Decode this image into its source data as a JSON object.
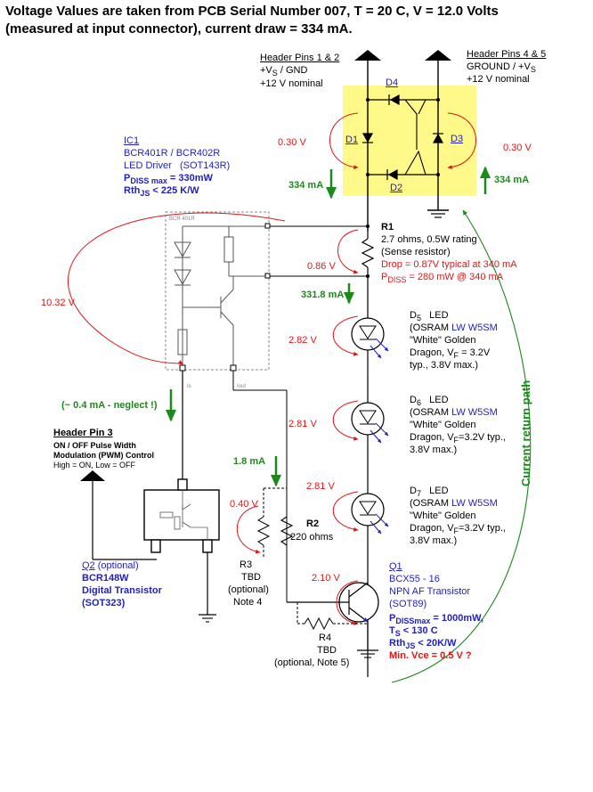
{
  "title": {
    "line1": "Voltage Values are taken from PCB Serial Number 007, T = 20 C, V = 12.0 Volts",
    "line2": "(measured at input connector), current draw = 334 mA."
  },
  "header12": {
    "title": "Header Pins 1 & 2",
    "pins_left": "+V",
    "pins_sub": "S",
    "pins_right": "/ GND",
    "nominal": "+12 V nominal"
  },
  "header45": {
    "title": "Header Pins 4 & 5",
    "pins_left": "GROUND / +V",
    "pins_sub": "S",
    "nominal": "+12 V nominal"
  },
  "bridge": {
    "d1": "D1",
    "d2": "D2",
    "d3": "D3",
    "d4": "D4",
    "v_left": "0.30 V",
    "v_right": "0.30 V",
    "i_left": "334 mA",
    "i_right": "334 mA"
  },
  "ic1": {
    "name": "IC1",
    "part": "BCR401R / BCR402R",
    "desc": "LED Driver",
    "pkg": "(SOT143R)",
    "pdiss_label": "P",
    "pdiss_sub": "DISS max",
    "pdiss_val": " = 330mW",
    "rth_label": "Rth",
    "rth_sub": "JS",
    "rth_val": " < 225 K/W",
    "chip_label": "BCR 401R",
    "pin_labels": [
      "Is",
      "Iout"
    ],
    "v_across": "10.32 V",
    "i_neglect": "(~ 0.4 mA - neglect !)"
  },
  "r1": {
    "name": "R1",
    "spec": "2.7 ohms, 0.5W rating",
    "role": "(Sense resistor)",
    "drop": "Drop = 0.87V typical at 340 mA",
    "pdiss_label": "P",
    "pdiss_sub": "DISS",
    "pdiss_val": " = 280 mW @ 340 mA",
    "v": "0.86 V",
    "i": "331.8 mA"
  },
  "leds": [
    {
      "name": "D",
      "sub": "5",
      "type": "LED",
      "brand_pre": "(OSRAM ",
      "brand": "LW W5SM",
      "l2": "\"White\" Golden",
      "l3a": "Dragon, V",
      "l3sub": "F",
      "l3b": " = 3.2V",
      "l4": "typ., 3.8V max.)",
      "v": "2.82 V"
    },
    {
      "name": "D",
      "sub": "6",
      "type": "LED",
      "brand_pre": "(OSRAM ",
      "brand": "LW W5SM",
      "l2": "\"White\" Golden",
      "l3a": "Dragon, V",
      "l3sub": "F",
      "l3b": "=3.2V typ.,",
      "l4": "3.8V max.)",
      "v": "2.81 V"
    },
    {
      "name": "D",
      "sub": "7",
      "type": "LED",
      "brand_pre": "(OSRAM ",
      "brand": "LW W5SM",
      "l2": "\"White\" Golden",
      "l3a": "Dragon, V",
      "l3sub": "F",
      "l3b": "=3.2V typ.,",
      "l4": "3.8V max.)",
      "v": "2.81 V"
    }
  ],
  "header3": {
    "title": "Header Pin 3",
    "l1": "ON / OFF Pulse Width",
    "l2": "Modulation (PWM) Control",
    "l3": "High = ON, Low = OFF"
  },
  "q2": {
    "name": "Q2",
    "opt": " (optional)",
    "part": "BCR148W",
    "desc": "Digital Transistor",
    "pkg": "(SOT323)"
  },
  "r2": {
    "name": "R2",
    "val": "220 ohms",
    "v": "0.40 V",
    "i": "1.8 mA"
  },
  "r3": {
    "name": "R3",
    "val": "TBD",
    "opt": "(optional)",
    "note": "Note 4"
  },
  "r4": {
    "name": "R4",
    "val": "TBD",
    "opt": "(optional, Note 5)"
  },
  "q1": {
    "name": "Q1",
    "part": "BCX55 - 16",
    "desc": "NPN AF Transistor",
    "pkg": "(SOT89)",
    "pdiss_label": "P",
    "pdiss_sub": "DISSmax",
    "pdiss_val": " = 1000mW,",
    "ts_label": "T",
    "ts_sub": "S",
    "ts_val": " < 130 C",
    "rth_label": "Rth",
    "rth_sub": "JS",
    "rth_val": " < 20K/W",
    "vce": "Min. Vce = 0.5 V ?",
    "v": "2.10 V"
  },
  "return_path": "Current return path",
  "colors": {
    "blue": "#1f1fbf",
    "red": "#e01515",
    "green": "#1a8a1a",
    "yellow": "#fff98a"
  }
}
